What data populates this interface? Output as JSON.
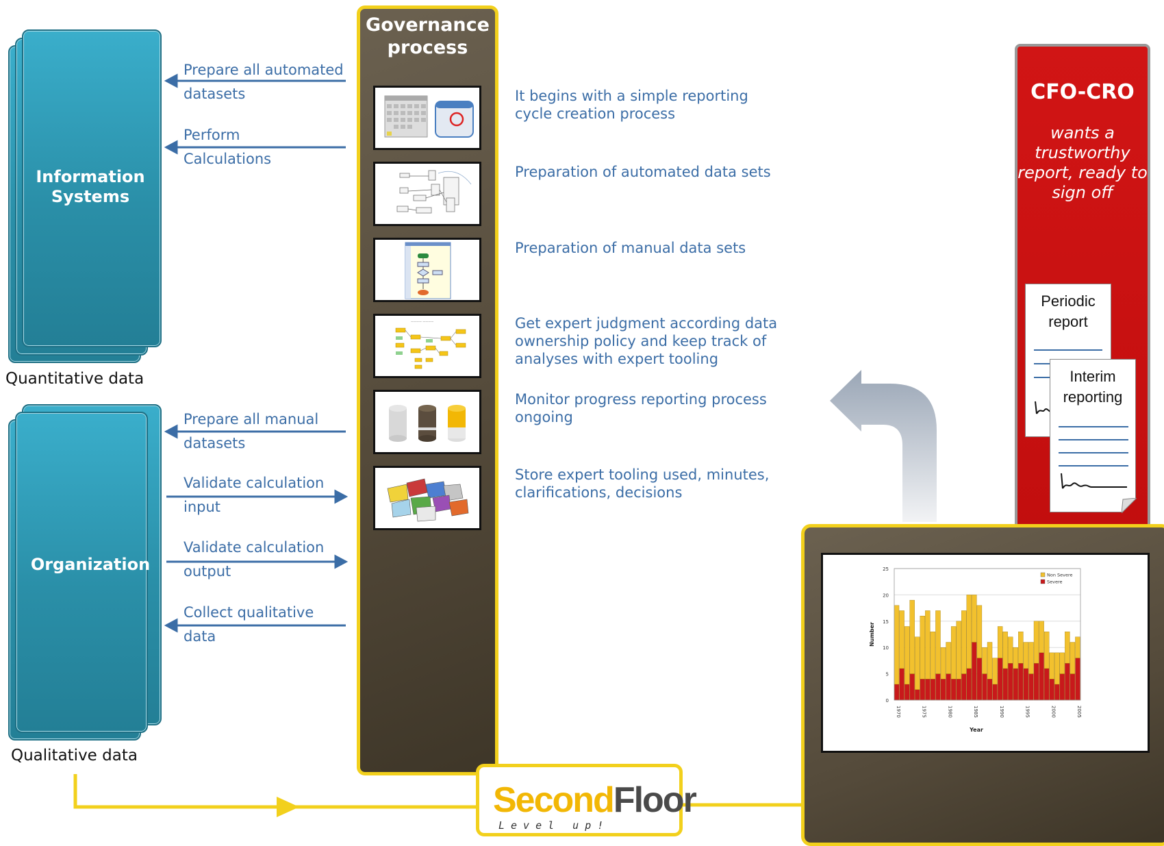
{
  "left_top_box": {
    "title": "Information Systems",
    "caption": "Quantitative data"
  },
  "left_bottom_box": {
    "title": "Organization",
    "caption": "Qualitative data"
  },
  "arrows": [
    {
      "label": "Prepare all automated datasets",
      "direction": "left"
    },
    {
      "label": "Perform Calculations",
      "direction": "left"
    },
    {
      "label": "Prepare all manual datasets",
      "direction": "left"
    },
    {
      "label": "Validate calculation input",
      "direction": "right"
    },
    {
      "label": "Validate calculation output",
      "direction": "right"
    },
    {
      "label": "Collect qualitative data",
      "direction": "left"
    }
  ],
  "governance": {
    "title": "Governance process",
    "steps": [
      {
        "text": "It begins with a simple reporting cycle creation process",
        "thumb": "calendar-thumbnail"
      },
      {
        "text": "Preparation of automated data sets",
        "thumb": "data-flow-thumbnail"
      },
      {
        "text": "Preparation of manual data sets",
        "thumb": "flowchart-thumbnail"
      },
      {
        "text": "Get expert judgment according data ownership policy and keep track of analyses with expert tooling",
        "thumb": "org-chart-thumbnail"
      },
      {
        "text": "Monitor progress reporting process ongoing",
        "thumb": "database-cylinders-thumbnail"
      },
      {
        "text": "Store expert tooling used, minutes, clarifications, decisions",
        "thumb": "folders-thumbnail"
      }
    ]
  },
  "cfo": {
    "title": "CFO-CRO",
    "subtitle": "wants a trustworthy report, ready to sign off",
    "doc1": "Periodic report",
    "doc2": "Interim reporting"
  },
  "logo": {
    "second": "Second",
    "floor": "Floor",
    "tagline": "Level up!"
  },
  "colors": {
    "teal": "#2a8fa8",
    "gov_brown": "#544a3a",
    "gold": "#f2d01c",
    "cfo_red": "#c20e0e",
    "text_blue": "#3b6da6",
    "arrow_blue": "#3b6da6",
    "severe": "#c8191b",
    "non_severe": "#f2c12e"
  },
  "chart_data": {
    "type": "bar",
    "stacked": true,
    "x": [
      1970,
      1971,
      1972,
      1973,
      1974,
      1975,
      1976,
      1977,
      1978,
      1979,
      1980,
      1981,
      1982,
      1983,
      1984,
      1985,
      1986,
      1987,
      1988,
      1989,
      1990,
      1991,
      1992,
      1993,
      1994,
      1995,
      1996,
      1997,
      1998,
      1999,
      2000,
      2001,
      2002,
      2003,
      2004,
      2005
    ],
    "series": [
      {
        "name": "Severe",
        "values": [
          3,
          6,
          3,
          5,
          2,
          4,
          4,
          4,
          5,
          4,
          5,
          4,
          4,
          5,
          6,
          11,
          8,
          5,
          4,
          3,
          8,
          6,
          7,
          6,
          7,
          6,
          5,
          7,
          9,
          6,
          4,
          3,
          5,
          7,
          5,
          8
        ]
      },
      {
        "name": "Non Severe",
        "values": [
          15,
          11,
          11,
          14,
          10,
          12,
          13,
          9,
          12,
          6,
          6,
          10,
          11,
          12,
          14,
          9,
          10,
          5,
          7,
          5,
          6,
          7,
          5,
          4,
          6,
          5,
          6,
          8,
          6,
          7,
          5,
          6,
          4,
          6,
          6,
          4
        ]
      }
    ],
    "xlabel": "Year",
    "ylabel": "Number",
    "ylim": [
      0,
      25
    ],
    "yticks": [
      0,
      5,
      10,
      15,
      20,
      25
    ],
    "xticks": [
      1970,
      1975,
      1980,
      1985,
      1990,
      1995,
      2000,
      2005
    ],
    "grid": true,
    "legend": "top-right"
  }
}
